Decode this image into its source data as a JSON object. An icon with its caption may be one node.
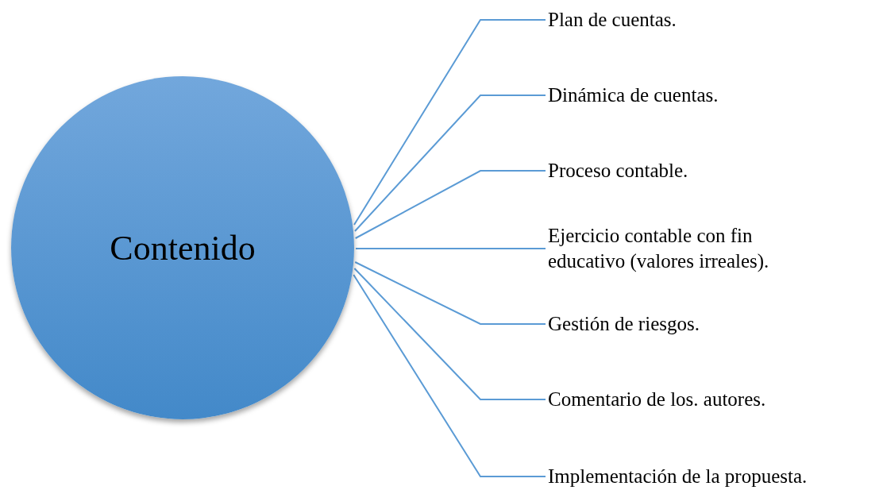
{
  "diagram": {
    "nodes": [
      {
        "text": [
          "Contenido"
        ]
      },
      {
        "text": [
          "Plan de cuentas."
        ]
      },
      {
        "text": [
          "Dinámica de cuentas."
        ]
      },
      {
        "text": [
          "Proceso contable."
        ]
      },
      {
        "text": [
          "Ejercicio contable con fin educativo (valores irreales)."
        ]
      },
      {
        "text": [
          "Gestión de riesgos."
        ]
      },
      {
        "text": [
          "Comentario de los. autores."
        ]
      },
      {
        "text": [
          "Implementación de la propuesta."
        ]
      }
    ],
    "edges": [
      {
        "from": 0,
        "to": 1,
        "arrow": "none"
      },
      {
        "from": 0,
        "to": 2,
        "arrow": "none"
      },
      {
        "from": 0,
        "to": 3,
        "arrow": "none"
      },
      {
        "from": 0,
        "to": 4,
        "arrow": "none"
      },
      {
        "from": 0,
        "to": 5,
        "arrow": "none"
      },
      {
        "from": 0,
        "to": 6,
        "arrow": "none"
      },
      {
        "from": 0,
        "to": 7,
        "arrow": "none"
      }
    ]
  }
}
